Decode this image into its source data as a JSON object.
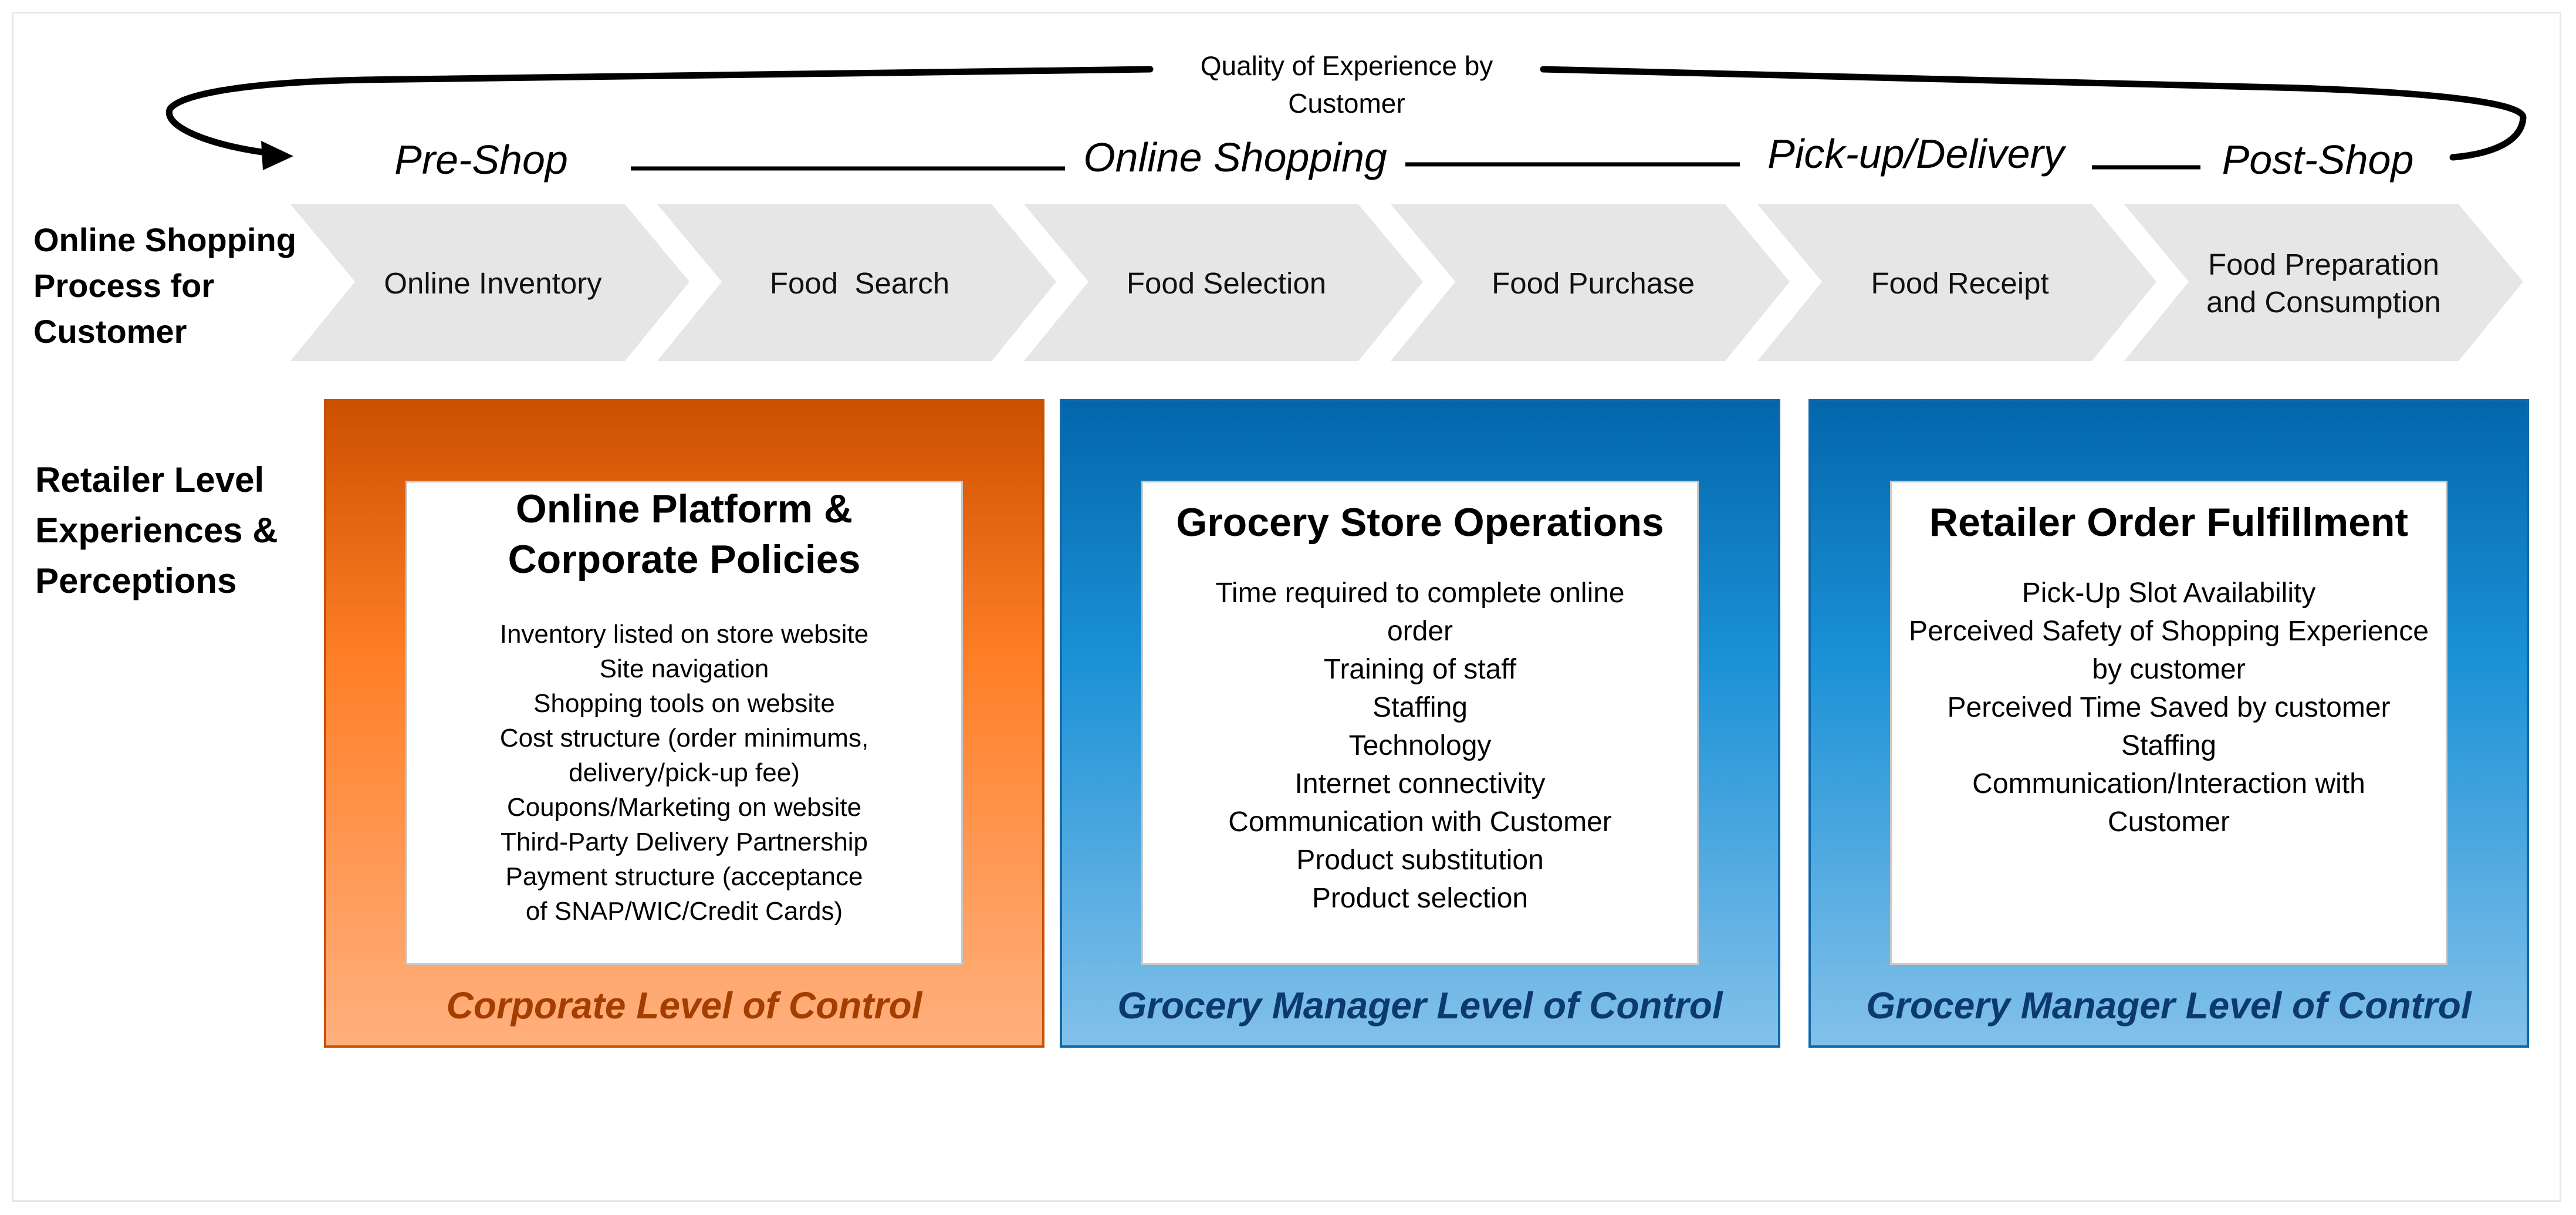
{
  "quality_label": "Quality of Experience by Customer",
  "stages": [
    {
      "id": "pre-shop",
      "label": "Pre-Shop"
    },
    {
      "id": "online-shopping",
      "label": "Online Shopping"
    },
    {
      "id": "pickup-delivery",
      "label": "Pick-up/Delivery"
    },
    {
      "id": "post-shop",
      "label": "Post-Shop"
    }
  ],
  "process_label": "Online Shopping Process for Customer",
  "process_steps": [
    "Online Inventory",
    "Food  Search",
    "Food Selection",
    "Food Purchase",
    "Food Receipt",
    "Food Preparation and Consumption"
  ],
  "retailer_label": "Retailer Level Experiences & Perceptions",
  "panels": [
    {
      "title": "Online Platform & Corporate Policies",
      "items": [
        "Inventory listed on store website",
        "Site navigation",
        "Shopping tools on website",
        "Cost structure (order minimums, delivery/pick-up fee)",
        "Coupons/Marketing on website",
        "Third-Party Delivery Partnership",
        "Payment structure (acceptance of SNAP/WIC/Credit Cards)"
      ],
      "control": "Corporate Level of Control",
      "color": "#ff7f27"
    },
    {
      "title": "Grocery Store Operations",
      "items": [
        "Time required to complete online order",
        "Training of staff",
        "Staffing",
        "Technology",
        "Internet connectivity",
        "Communication with Customer",
        "Product substitution",
        "Product selection"
      ],
      "control": "Grocery Manager Level of Control",
      "color": "#1b91d6"
    },
    {
      "title": "Retailer Order Fulfillment",
      "items": [
        "Pick-Up Slot Availability",
        "Perceived Safety of Shopping Experience by customer",
        "Perceived Time Saved by customer",
        "Staffing",
        "Communication/Interaction with Customer"
      ],
      "control": "Grocery Manager Level of Control",
      "color": "#1b91d6"
    }
  ]
}
